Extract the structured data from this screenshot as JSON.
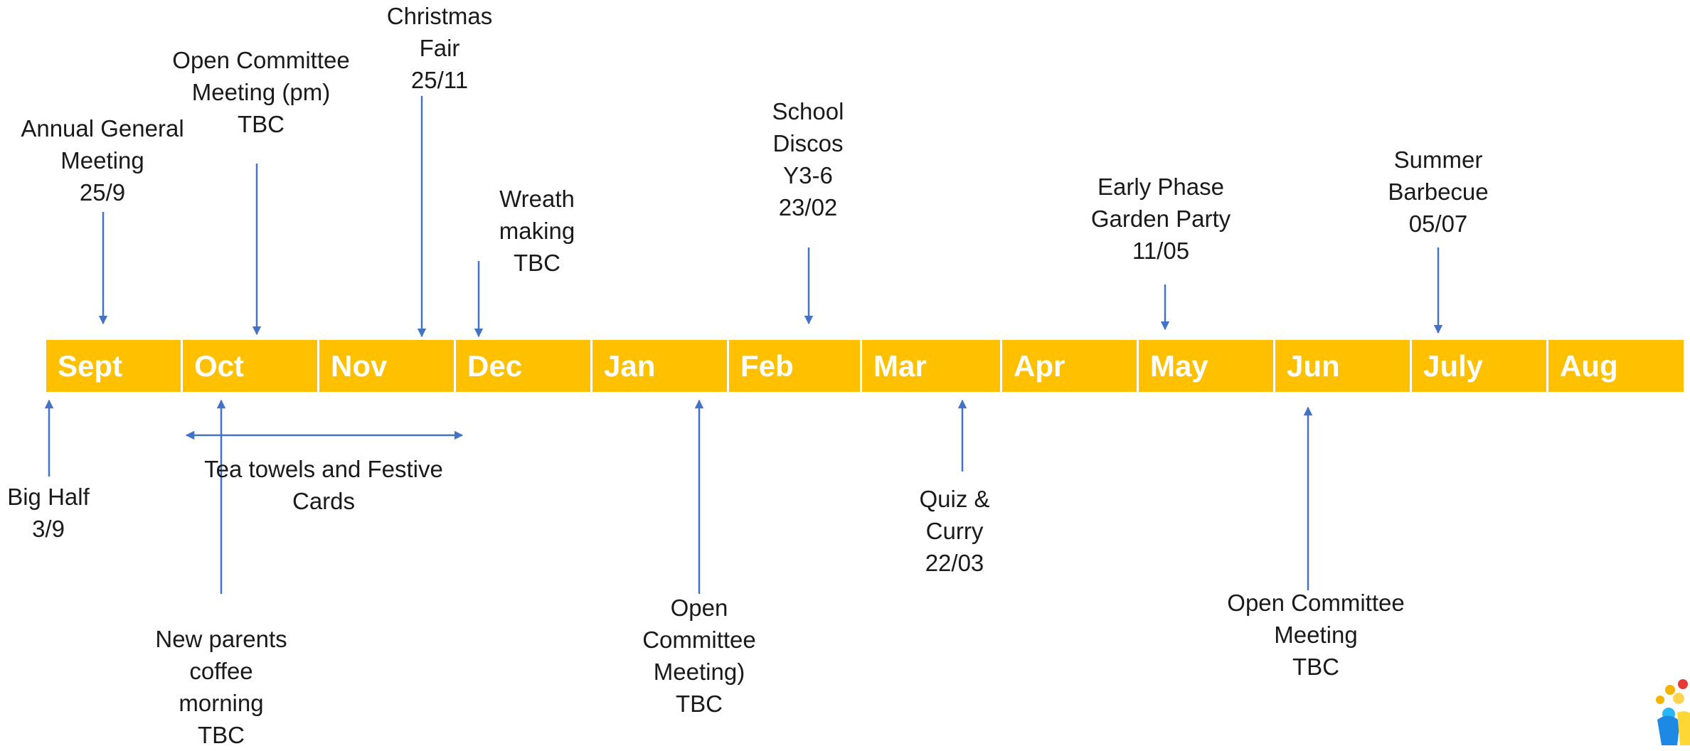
{
  "theme": {
    "bar_color": "#FFC000",
    "arrow_color": "#4472C4",
    "text_color": "#1a1a1a"
  },
  "months": [
    "Sept",
    "Oct",
    "Nov",
    "Dec",
    "Jan",
    "Feb",
    "Mar",
    "Apr",
    "May",
    "Jun",
    "July",
    "Aug"
  ],
  "events_above": [
    {
      "id": "agm",
      "text": "Annual General\nMeeting\n25/9"
    },
    {
      "id": "open-committee-pm",
      "text": "Open Committee\nMeeting (pm)\nTBC"
    },
    {
      "id": "christmas-fair",
      "text": "Christmas\nFair\n25/11"
    },
    {
      "id": "wreath-making",
      "text": "Wreath\nmaking\nTBC"
    },
    {
      "id": "school-discos",
      "text": "School\nDiscos\nY3-6\n23/02"
    },
    {
      "id": "early-phase-garden-party",
      "text": "Early Phase\nGarden Party\n11/05"
    },
    {
      "id": "summer-barbecue",
      "text": "Summer\nBarbecue\n05/07"
    }
  ],
  "events_below": [
    {
      "id": "big-half",
      "text": "Big Half\n3/9"
    },
    {
      "id": "tea-towels",
      "text": "Tea towels and Festive\nCards"
    },
    {
      "id": "new-parents-coffee",
      "text": "New parents\ncoffee\nmorning\nTBC"
    },
    {
      "id": "open-committee-jan",
      "text": "Open\nCommittee\nMeeting)\nTBC"
    },
    {
      "id": "quiz-curry",
      "text": "Quiz &\nCurry\n22/03"
    },
    {
      "id": "open-committee-jun",
      "text": "Open Committee\nMeeting\nTBC"
    }
  ],
  "logo": {
    "name": "school-logo-icon"
  }
}
